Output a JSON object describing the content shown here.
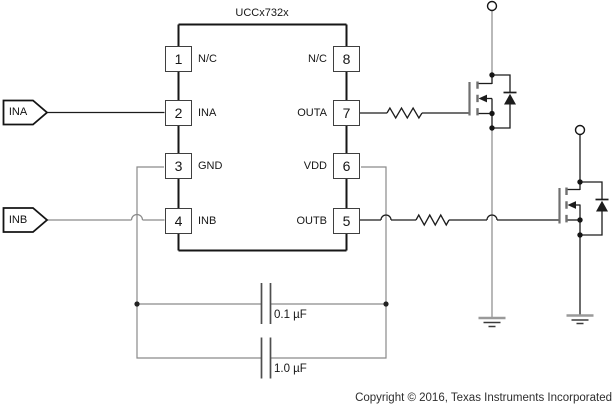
{
  "ic": {
    "part_number": "UCCx732x",
    "pins_left": [
      {
        "number": "1",
        "name": "N/C"
      },
      {
        "number": "2",
        "name": "INA"
      },
      {
        "number": "3",
        "name": "GND"
      },
      {
        "number": "4",
        "name": "INB"
      }
    ],
    "pins_right": [
      {
        "number": "8",
        "name": "N/C"
      },
      {
        "number": "7",
        "name": "OUTA"
      },
      {
        "number": "6",
        "name": "VDD"
      },
      {
        "number": "5",
        "name": "OUTB"
      }
    ]
  },
  "inputs": {
    "ina": "INA",
    "inb": "INB"
  },
  "capacitors": [
    {
      "value": "0.1 µF"
    },
    {
      "value": "1.0 µF"
    }
  ],
  "footer": {
    "copyright": "Copyright © 2016,  Texas Instruments Incorporated"
  },
  "colors": {
    "symbol_black": "#1c1c1c",
    "wire_gray": "#8a8a8a"
  }
}
